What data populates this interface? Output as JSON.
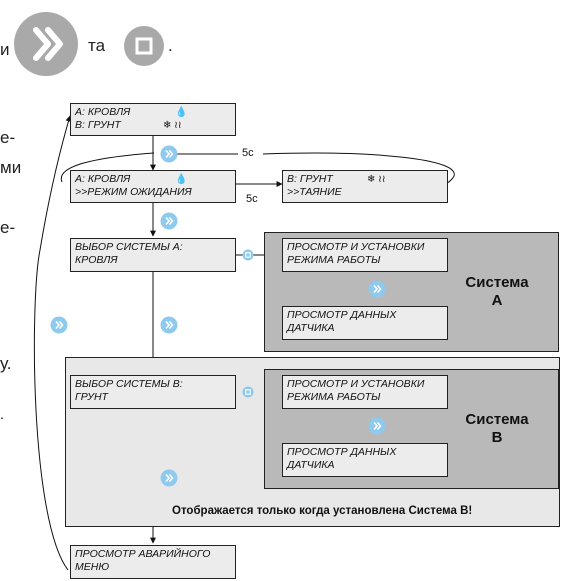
{
  "top": {
    "partial_left": "и",
    "connector": "та",
    "period": "."
  },
  "left_fragments": [
    "е-",
    "ми",
    "е-",
    "у."
  ],
  "screens": {
    "main_a_line1": "A: КРОВЛЯ",
    "main_b_line2": "B: ГРУНТ",
    "standby_line1": "A: КРОВЛЯ",
    "standby_line2": ">>РЕЖИМ ОЖИДАНИЯ",
    "thaw_line1": "B: ГРУНТ",
    "thaw_line2": ">>ТАЯНИЕ",
    "select_a_line1": "ВЫБОР СИСТЕМЫ A:",
    "select_a_line2": "КРОВЛЯ",
    "view_mode_a_line1": "ПРОСМОТР И УСТАНОВКИ",
    "view_mode_a_line2": "РЕЖИМА РАБОТЫ",
    "view_sensor_a_line1": "ПРОСМОТР ДАННЫХ",
    "view_sensor_a_line2": "ДАТЧИКА",
    "select_b_line1": "ВЫБОР СИСТЕМЫ B:",
    "select_b_line2": "ГРУНТ",
    "view_mode_b_line1": "ПРОСМОТР И УСТАНОВКИ",
    "view_mode_b_line2": "РЕЖИМА РАБОТЫ",
    "view_sensor_b_line1": "ПРОСМОТР ДАННЫХ",
    "view_sensor_b_line2": "ДАТЧИКА",
    "alarm_line1": "ПРОСМОТР АВАРИЙНОГО",
    "alarm_line2": "МЕНЮ"
  },
  "timer_labels": {
    "loop": "5с",
    "return": "5с"
  },
  "system_a": {
    "line1": "Система",
    "line2": "A"
  },
  "system_b": {
    "line1": "Система",
    "line2": "B"
  },
  "note_b": "Отображается только когда установлена Система B!",
  "colors": {
    "button_fill": "#8ec9ee",
    "panel_dark": "#b9b9b9",
    "panel_light": "#e8e8e8",
    "screen_fill": "#ececec"
  }
}
